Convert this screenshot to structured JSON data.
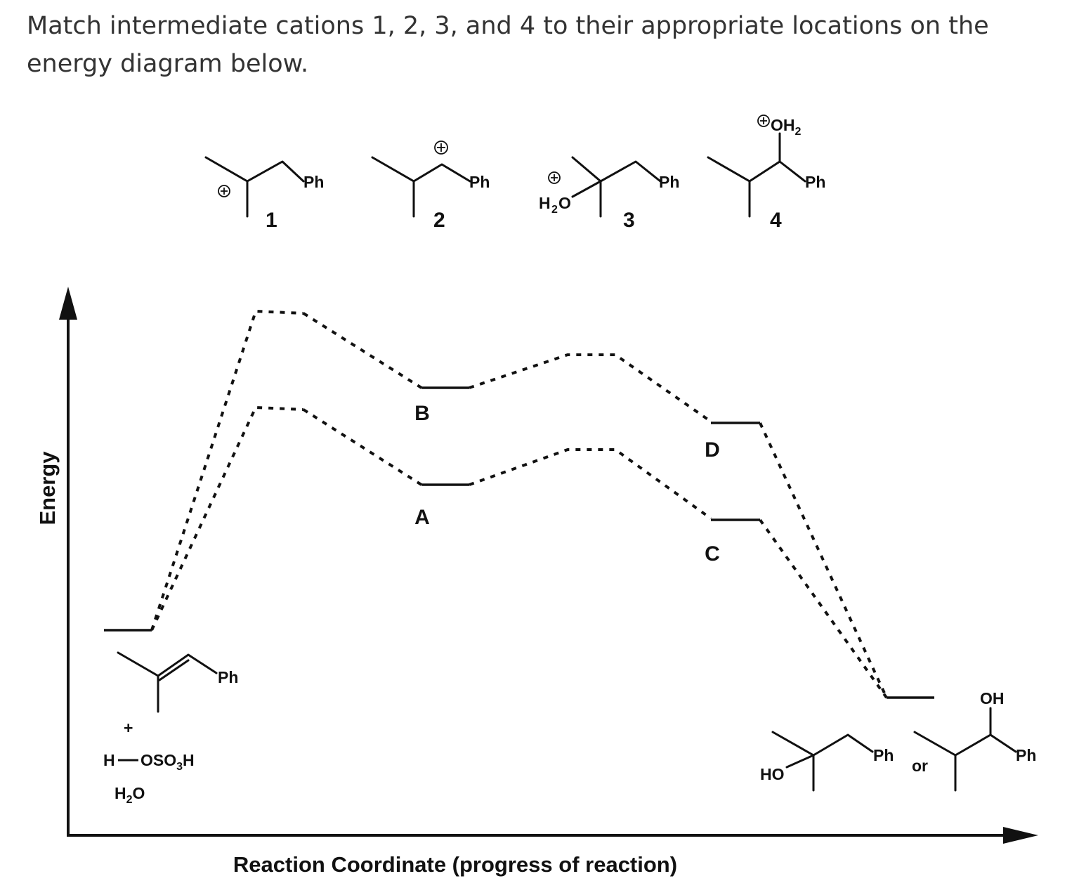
{
  "question": "Match intermediate cations 1, 2, 3, and 4 to their appropriate locations on the energy diagram below.",
  "axes": {
    "y_label": "Energy",
    "x_label": "Reaction Coordinate (progress of reaction)"
  },
  "cations": [
    {
      "number": "1",
      "substituent": "Ph",
      "charge": "+"
    },
    {
      "number": "2",
      "substituent": "Ph",
      "charge": "+"
    },
    {
      "number": "3",
      "substituent": "Ph",
      "charge": "+",
      "leaving_group": "H2O"
    },
    {
      "number": "4",
      "substituent": "Ph",
      "charge": "+",
      "group": "OH2"
    }
  ],
  "reactants": {
    "alkene_substituent": "Ph",
    "plus": "+",
    "acid_h": "H",
    "acid_rest": "OSO",
    "acid_sub": "3",
    "acid_h2": "H",
    "water_h": "H",
    "water_sub": "2",
    "water_o": "O"
  },
  "energy_levels": [
    {
      "label": "A"
    },
    {
      "label": "B"
    },
    {
      "label": "C"
    },
    {
      "label": "D"
    }
  ],
  "products": {
    "product1_substituent": "Ph",
    "product1_group": "HO",
    "or": "or",
    "product2_group": "OH",
    "product2_substituent": "Ph"
  }
}
